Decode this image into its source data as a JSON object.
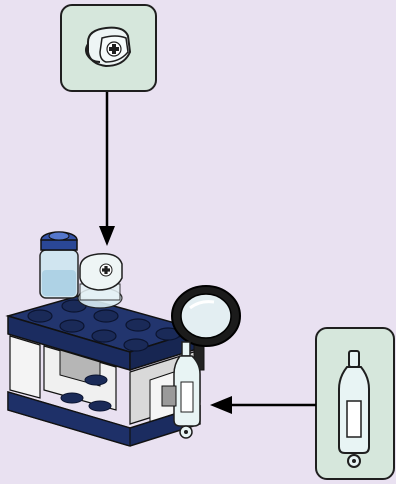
{
  "scene": {
    "background": "#e9e1f1",
    "callout_fill": "#d6e7dc",
    "outline": "#1f1f1f",
    "brick_blue": "#1e2f63",
    "stud_blue": "#1a2a58",
    "glass_tint": "#c9e2ee",
    "arrow_color": "#000000"
  },
  "parts": [
    {
      "name": "medical-cap",
      "icon": "cap-with-cross-icon",
      "target": "flask-on-stand"
    },
    {
      "name": "bottle",
      "icon": "bottle-with-clip-icon",
      "target": "side-of-stand"
    }
  ]
}
